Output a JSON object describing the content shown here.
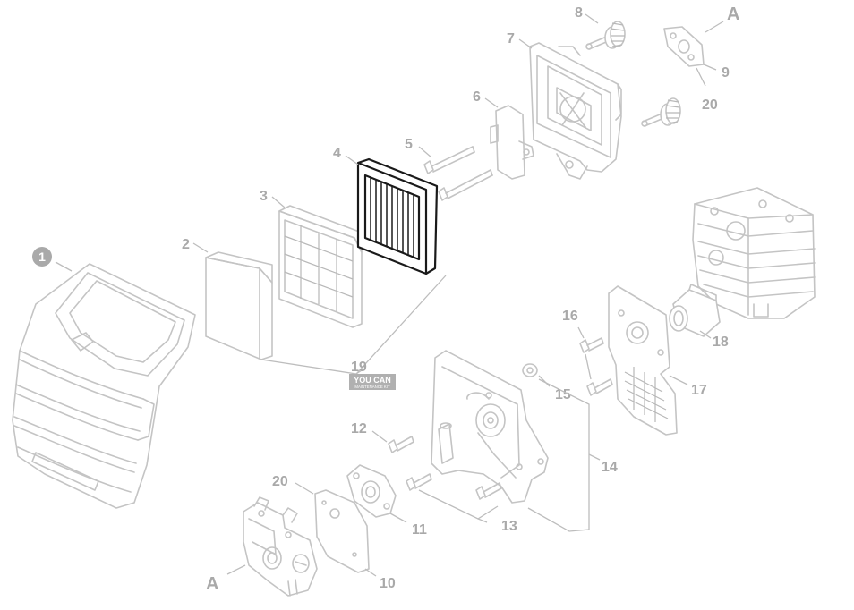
{
  "diagram": {
    "highlight_color": "#1a1a1a",
    "part_color": "#c4c4c4",
    "labels": {
      "p1": "1",
      "p2": "2",
      "p3": "3",
      "p4": "4",
      "p5": "5",
      "p6": "6",
      "p7": "7",
      "p8": "8",
      "p9": "9",
      "p10": "10",
      "p11": "11",
      "p12": "12",
      "p13": "13",
      "p14": "14",
      "p15": "15",
      "p16": "16",
      "p17": "17",
      "p18": "18",
      "p19": "19",
      "p20_top": "20",
      "p20_bottom": "20",
      "ref_top": "A",
      "ref_bottom": "A"
    },
    "watermark": {
      "line1": "YOU CAN",
      "line2": "MAINTENANCE KIT"
    }
  }
}
